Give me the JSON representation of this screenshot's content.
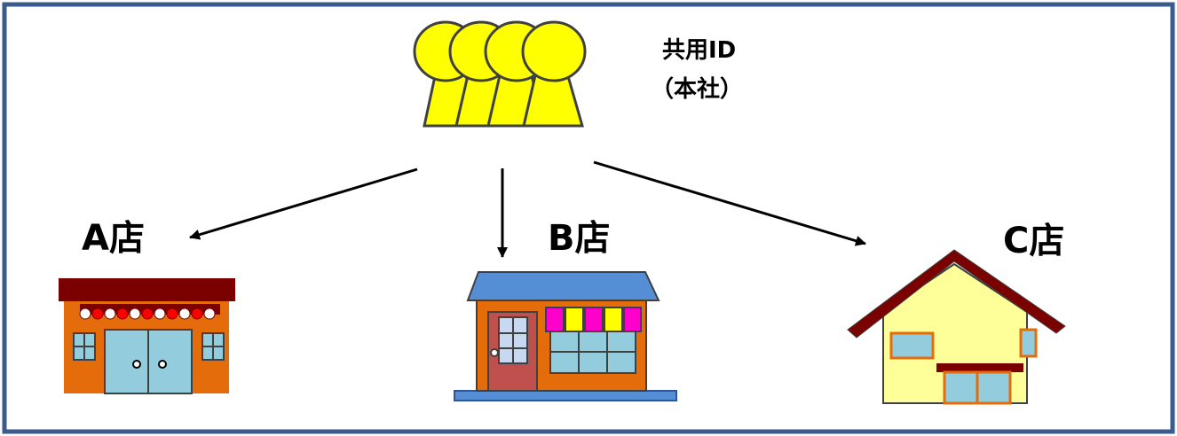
{
  "headquarters": {
    "icon": "people-group-icon",
    "label_line1": "共用ID",
    "label_line2": "（本社）",
    "figure_color": "#ffff00"
  },
  "stores": [
    {
      "label": "A店",
      "icon": "shop-awning-icon",
      "awning_color": "#7b0000",
      "wall_color": "#e46c0a",
      "door_color": "#93cddd"
    },
    {
      "label": "B店",
      "icon": "shop-blue-roof-icon",
      "roof_color": "#558ed5",
      "wall_color": "#e46c0a",
      "accent_color": "#ff00cc",
      "accent_color_2": "#ffff00"
    },
    {
      "label": "C店",
      "icon": "house-icon",
      "roof_color": "#7b0000",
      "wall_color": "#ffff99",
      "window_color": "#93cddd"
    }
  ],
  "colors": {
    "frame": "#3b5b8c",
    "arrow": "#000000"
  }
}
